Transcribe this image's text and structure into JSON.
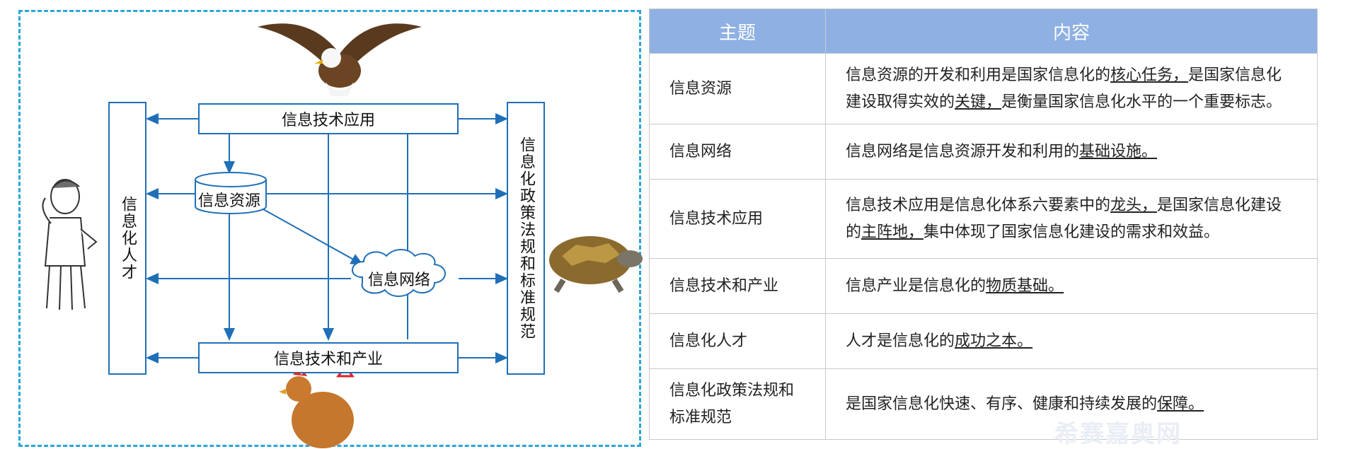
{
  "diagram": {
    "top_box": "信息技术应用",
    "left_box": "信息化人才",
    "right_box": "信息化政策法规和标准规范",
    "bottom_box": "信息技术和产业",
    "resource_node": "信息资源",
    "network_node": "信息网络",
    "colors": {
      "line": "#1f6fb8",
      "frame": "#2aa6d9",
      "marker": "#e0202a"
    },
    "icons": [
      "eagle-icon",
      "person-icon",
      "turtle-icon",
      "chicken-icon"
    ]
  },
  "table": {
    "headers": [
      "主题",
      "内容"
    ],
    "rows": [
      {
        "topic": "信息资源",
        "parts": [
          "信息资源的开发和利用是国家信息化的",
          "核心任务，",
          "是国家信息化建设取得实效的",
          "关键，",
          "是衡量国家信息化水平的一个重要标志。"
        ]
      },
      {
        "topic": "信息网络",
        "parts": [
          "信息网络是信息资源开发和利用的",
          "基础设施。",
          "",
          "",
          ""
        ]
      },
      {
        "topic": "信息技术应用",
        "parts": [
          "信息技术应用是信息化体系六要素中的",
          "龙头，",
          "是国家信息化建设的",
          "主阵地，",
          "集中体现了国家信息化建设的需求和效益。"
        ]
      },
      {
        "topic": "信息技术和产业",
        "parts": [
          "信息产业是信息化的",
          "物质基础。",
          "",
          "",
          ""
        ]
      },
      {
        "topic": "信息化人才",
        "parts": [
          "人才是信息化的",
          "成功之本。",
          "",
          "",
          ""
        ]
      },
      {
        "topic": "信息化政策法规和标准规范",
        "parts": [
          "是国家信息化快速、有序、健康和持续发展的",
          "保障。",
          "",
          "",
          ""
        ]
      }
    ],
    "header_color": "#8fb0e3"
  },
  "watermark": "希赛嘉奥网"
}
